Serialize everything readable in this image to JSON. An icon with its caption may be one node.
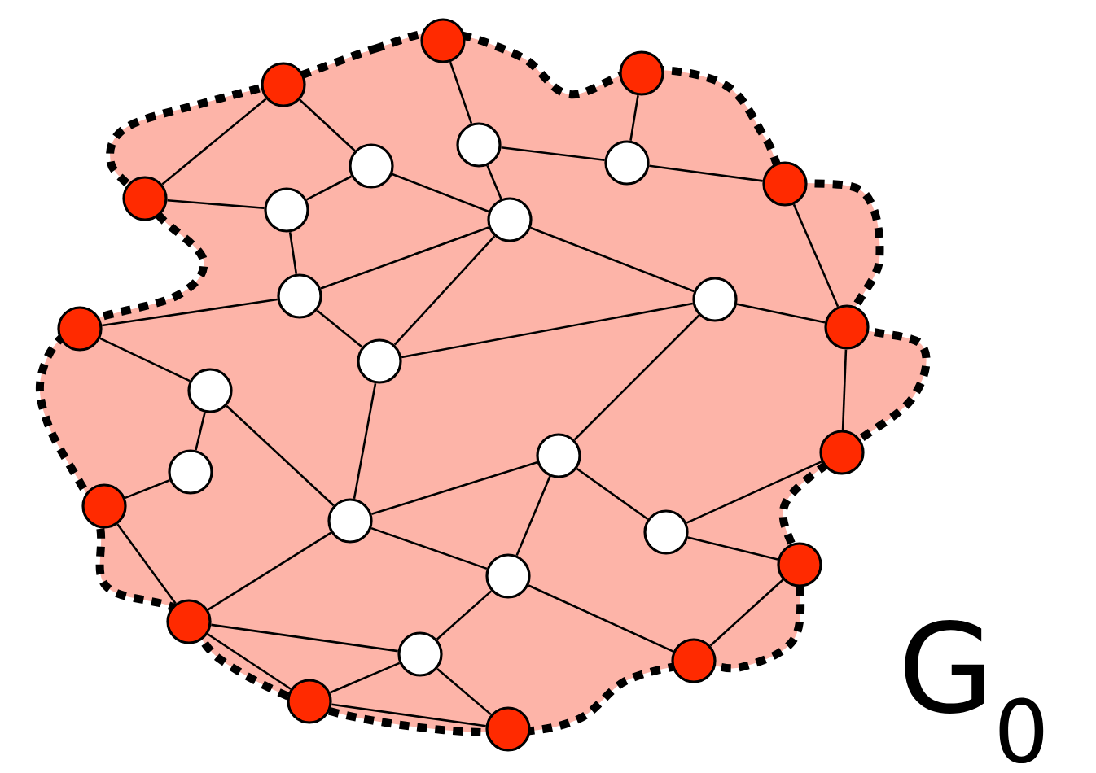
{
  "diagram": {
    "nodes": [
      {
        "text": [],
        "shape": "circle"
      },
      {
        "text": [],
        "shape": "circle"
      },
      {
        "text": [],
        "shape": "circle"
      },
      {
        "text": [],
        "shape": "circle"
      },
      {
        "text": [],
        "shape": "circle"
      },
      {
        "text": [],
        "shape": "circle"
      },
      {
        "text": [],
        "shape": "circle"
      },
      {
        "text": [],
        "shape": "circle"
      },
      {
        "text": [],
        "shape": "circle"
      },
      {
        "text": [],
        "shape": "circle"
      },
      {
        "text": [],
        "shape": "circle"
      },
      {
        "text": [],
        "shape": "circle"
      },
      {
        "text": [],
        "shape": "circle"
      },
      {
        "text": [],
        "shape": "circle"
      },
      {
        "text": [],
        "shape": "circle"
      },
      {
        "text": [],
        "shape": "circle"
      },
      {
        "text": [],
        "shape": "circle"
      },
      {
        "text": [],
        "shape": "circle"
      },
      {
        "text": [],
        "shape": "circle"
      },
      {
        "text": [],
        "shape": "circle"
      },
      {
        "text": [],
        "shape": "circle"
      },
      {
        "text": [],
        "shape": "circle"
      },
      {
        "text": [],
        "shape": "circle"
      },
      {
        "text": [],
        "shape": "circle"
      },
      {
        "text": [],
        "shape": "circle"
      },
      {
        "text": [],
        "shape": "circle"
      },
      {
        "text": [],
        "shape": "circle"
      },
      {
        "text": [],
        "shape": "circle"
      },
      {
        "text": [],
        "shape": "circle"
      }
    ],
    "edges": [
      {
        "from": 2,
        "to": 7,
        "arrow": "none"
      },
      {
        "from": 2,
        "to": 5,
        "arrow": "none"
      },
      {
        "from": 0,
        "to": 3,
        "arrow": "none"
      },
      {
        "from": 3,
        "to": 9,
        "arrow": "none"
      },
      {
        "from": 3,
        "to": 4,
        "arrow": "none"
      },
      {
        "from": 4,
        "to": 1,
        "arrow": "none"
      },
      {
        "from": 4,
        "to": 6,
        "arrow": "none"
      },
      {
        "from": 6,
        "to": 12,
        "arrow": "none"
      },
      {
        "from": 5,
        "to": 8,
        "arrow": "none"
      },
      {
        "from": 5,
        "to": 9,
        "arrow": "none"
      },
      {
        "from": 7,
        "to": 8,
        "arrow": "none"
      },
      {
        "from": 8,
        "to": 10,
        "arrow": "none"
      },
      {
        "from": 10,
        "to": 9,
        "arrow": "none"
      },
      {
        "from": 10,
        "to": 13,
        "arrow": "none"
      },
      {
        "from": 10,
        "to": 14,
        "arrow": "none"
      },
      {
        "from": 14,
        "to": 9,
        "arrow": "none"
      },
      {
        "from": 14,
        "to": 11,
        "arrow": "none"
      },
      {
        "from": 9,
        "to": 11,
        "arrow": "none"
      },
      {
        "from": 11,
        "to": 12,
        "arrow": "none"
      },
      {
        "from": 11,
        "to": 17,
        "arrow": "none"
      },
      {
        "from": 12,
        "to": 16,
        "arrow": "none"
      },
      {
        "from": 13,
        "to": 15,
        "arrow": "none"
      },
      {
        "from": 15,
        "to": 18,
        "arrow": "none"
      },
      {
        "from": 15,
        "to": 20,
        "arrow": "none"
      },
      {
        "from": 18,
        "to": 19,
        "arrow": "none"
      },
      {
        "from": 14,
        "to": 20,
        "arrow": "none"
      },
      {
        "from": 20,
        "to": 17,
        "arrow": "none"
      },
      {
        "from": 20,
        "to": 23,
        "arrow": "none"
      },
      {
        "from": 20,
        "to": 24,
        "arrow": "none"
      },
      {
        "from": 19,
        "to": 24,
        "arrow": "none"
      },
      {
        "from": 24,
        "to": 25,
        "arrow": "none"
      },
      {
        "from": 24,
        "to": 27,
        "arrow": "none"
      },
      {
        "from": 25,
        "to": 27,
        "arrow": "none"
      },
      {
        "from": 25,
        "to": 23,
        "arrow": "none"
      },
      {
        "from": 25,
        "to": 28,
        "arrow": "none"
      },
      {
        "from": 27,
        "to": 28,
        "arrow": "none"
      },
      {
        "from": 23,
        "to": 17,
        "arrow": "none"
      },
      {
        "from": 17,
        "to": 21,
        "arrow": "none"
      },
      {
        "from": 21,
        "to": 16,
        "arrow": "none"
      },
      {
        "from": 21,
        "to": 22,
        "arrow": "none"
      },
      {
        "from": 23,
        "to": 26,
        "arrow": "none"
      },
      {
        "from": 26,
        "to": 22,
        "arrow": "none"
      }
    ],
    "labels": [
      "G$_{0}$"
    ]
  }
}
